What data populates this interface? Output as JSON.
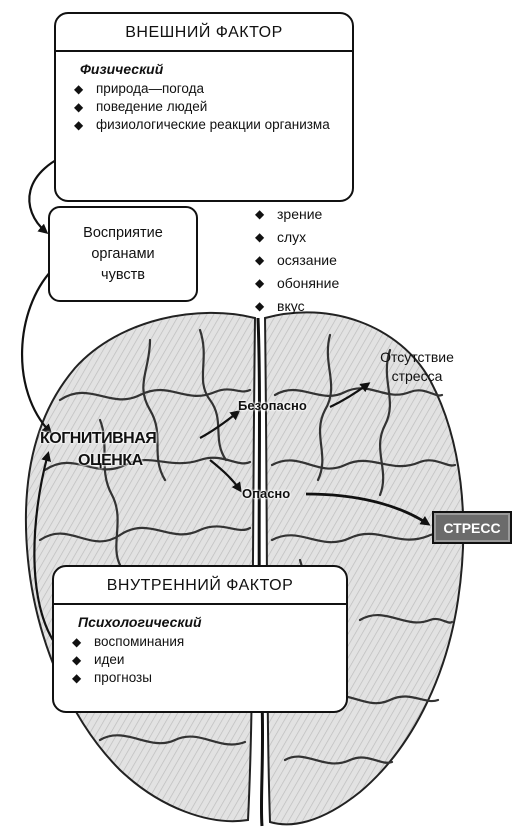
{
  "external_factor": {
    "title": "ВНЕШНИЙ ФАКТОР",
    "subtitle": "Физический",
    "items": [
      "природа—погода",
      "поведение людей",
      "физиологические реакции организма"
    ]
  },
  "perception": {
    "lines": [
      "Восприятие",
      "органами",
      "чувств"
    ]
  },
  "senses": [
    "зрение",
    "слух",
    "осязание",
    "обоняние",
    "вкус"
  ],
  "brain": {
    "cognitive_line1": "КОГНИТИВНАЯ",
    "cognitive_line2": "ОЦЕНКА",
    "harmless": "Безопасно",
    "dangerous": "Опасно"
  },
  "no_stress": [
    "Отсутствие",
    "стресса"
  ],
  "stress": "СТРЕСС",
  "internal_factor": {
    "title": "ВНУТРЕННИЙ ФАКТОР",
    "subtitle": "Психологический",
    "items": [
      "воспоминания",
      "идеи",
      "прогнозы"
    ]
  },
  "colors": {
    "ink": "#111111",
    "brain_fill": "#d9d9d9",
    "stress_fill": "#6b6b6b"
  }
}
